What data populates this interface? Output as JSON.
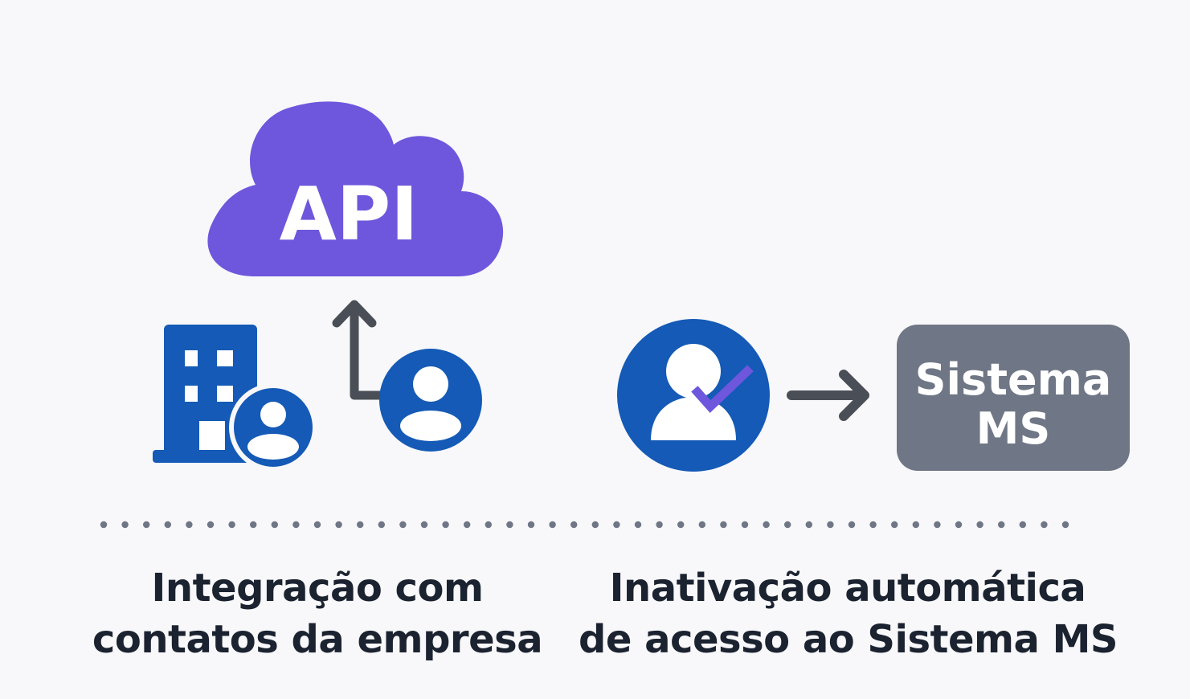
{
  "cloud": {
    "label": "API"
  },
  "system_box": {
    "line1": "Sistema",
    "line2": "MS"
  },
  "captions": {
    "left": {
      "line1": "Integração com",
      "line2": "contatos da empresa"
    },
    "right": {
      "line1": "Inativação automática",
      "line2": "de acesso ao Sistema MS"
    }
  },
  "icons": {
    "cloud": "cloud-icon",
    "building": "building-icon",
    "contact": "user-circle-icon",
    "verified_user": "user-check-icon",
    "arrow_up": "arrow-up-icon",
    "arrow_right": "arrow-right-icon"
  },
  "colors": {
    "background": "#f8f8fa",
    "cloud": "#6e57dc",
    "primary_blue": "#145ab6",
    "arrow": "#4a4f57",
    "system_box": "#6f7685",
    "checkmark": "#6e57dc",
    "divider_dots": "#6f7685",
    "caption_text": "#1b2230"
  }
}
